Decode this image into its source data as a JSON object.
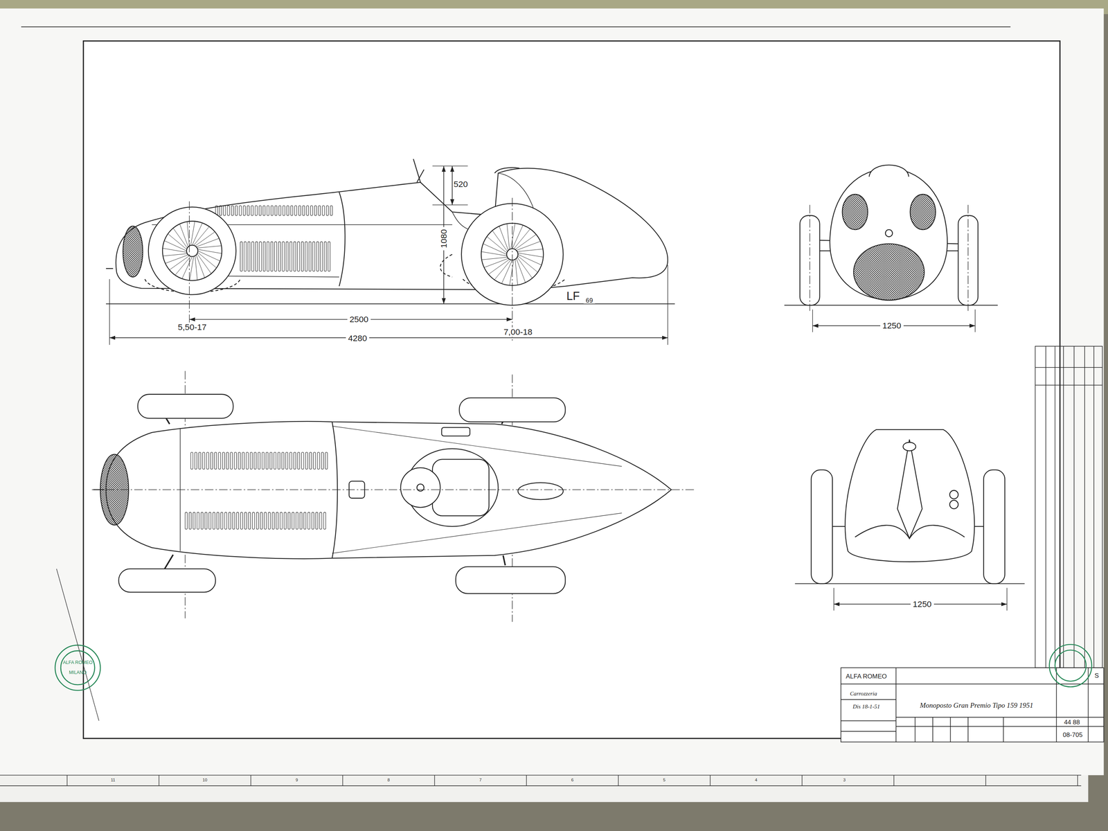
{
  "diagram": {
    "labels": [
      "520",
      "1080",
      "2500",
      "4280",
      "5,50-17",
      "7,00-18",
      "LF",
      "69",
      "1250",
      "1250",
      "ALFA ROMEO",
      "Carrozzeria",
      "Dis 18-1-51",
      "Monoposto Gran Premio Tipo 159 1951",
      "44 88",
      "08-705",
      "S",
      "ALFA ROMEO",
      "MILANO",
      "11",
      "10",
      "9",
      "8",
      "7",
      "6",
      "5",
      "4",
      "3"
    ]
  }
}
